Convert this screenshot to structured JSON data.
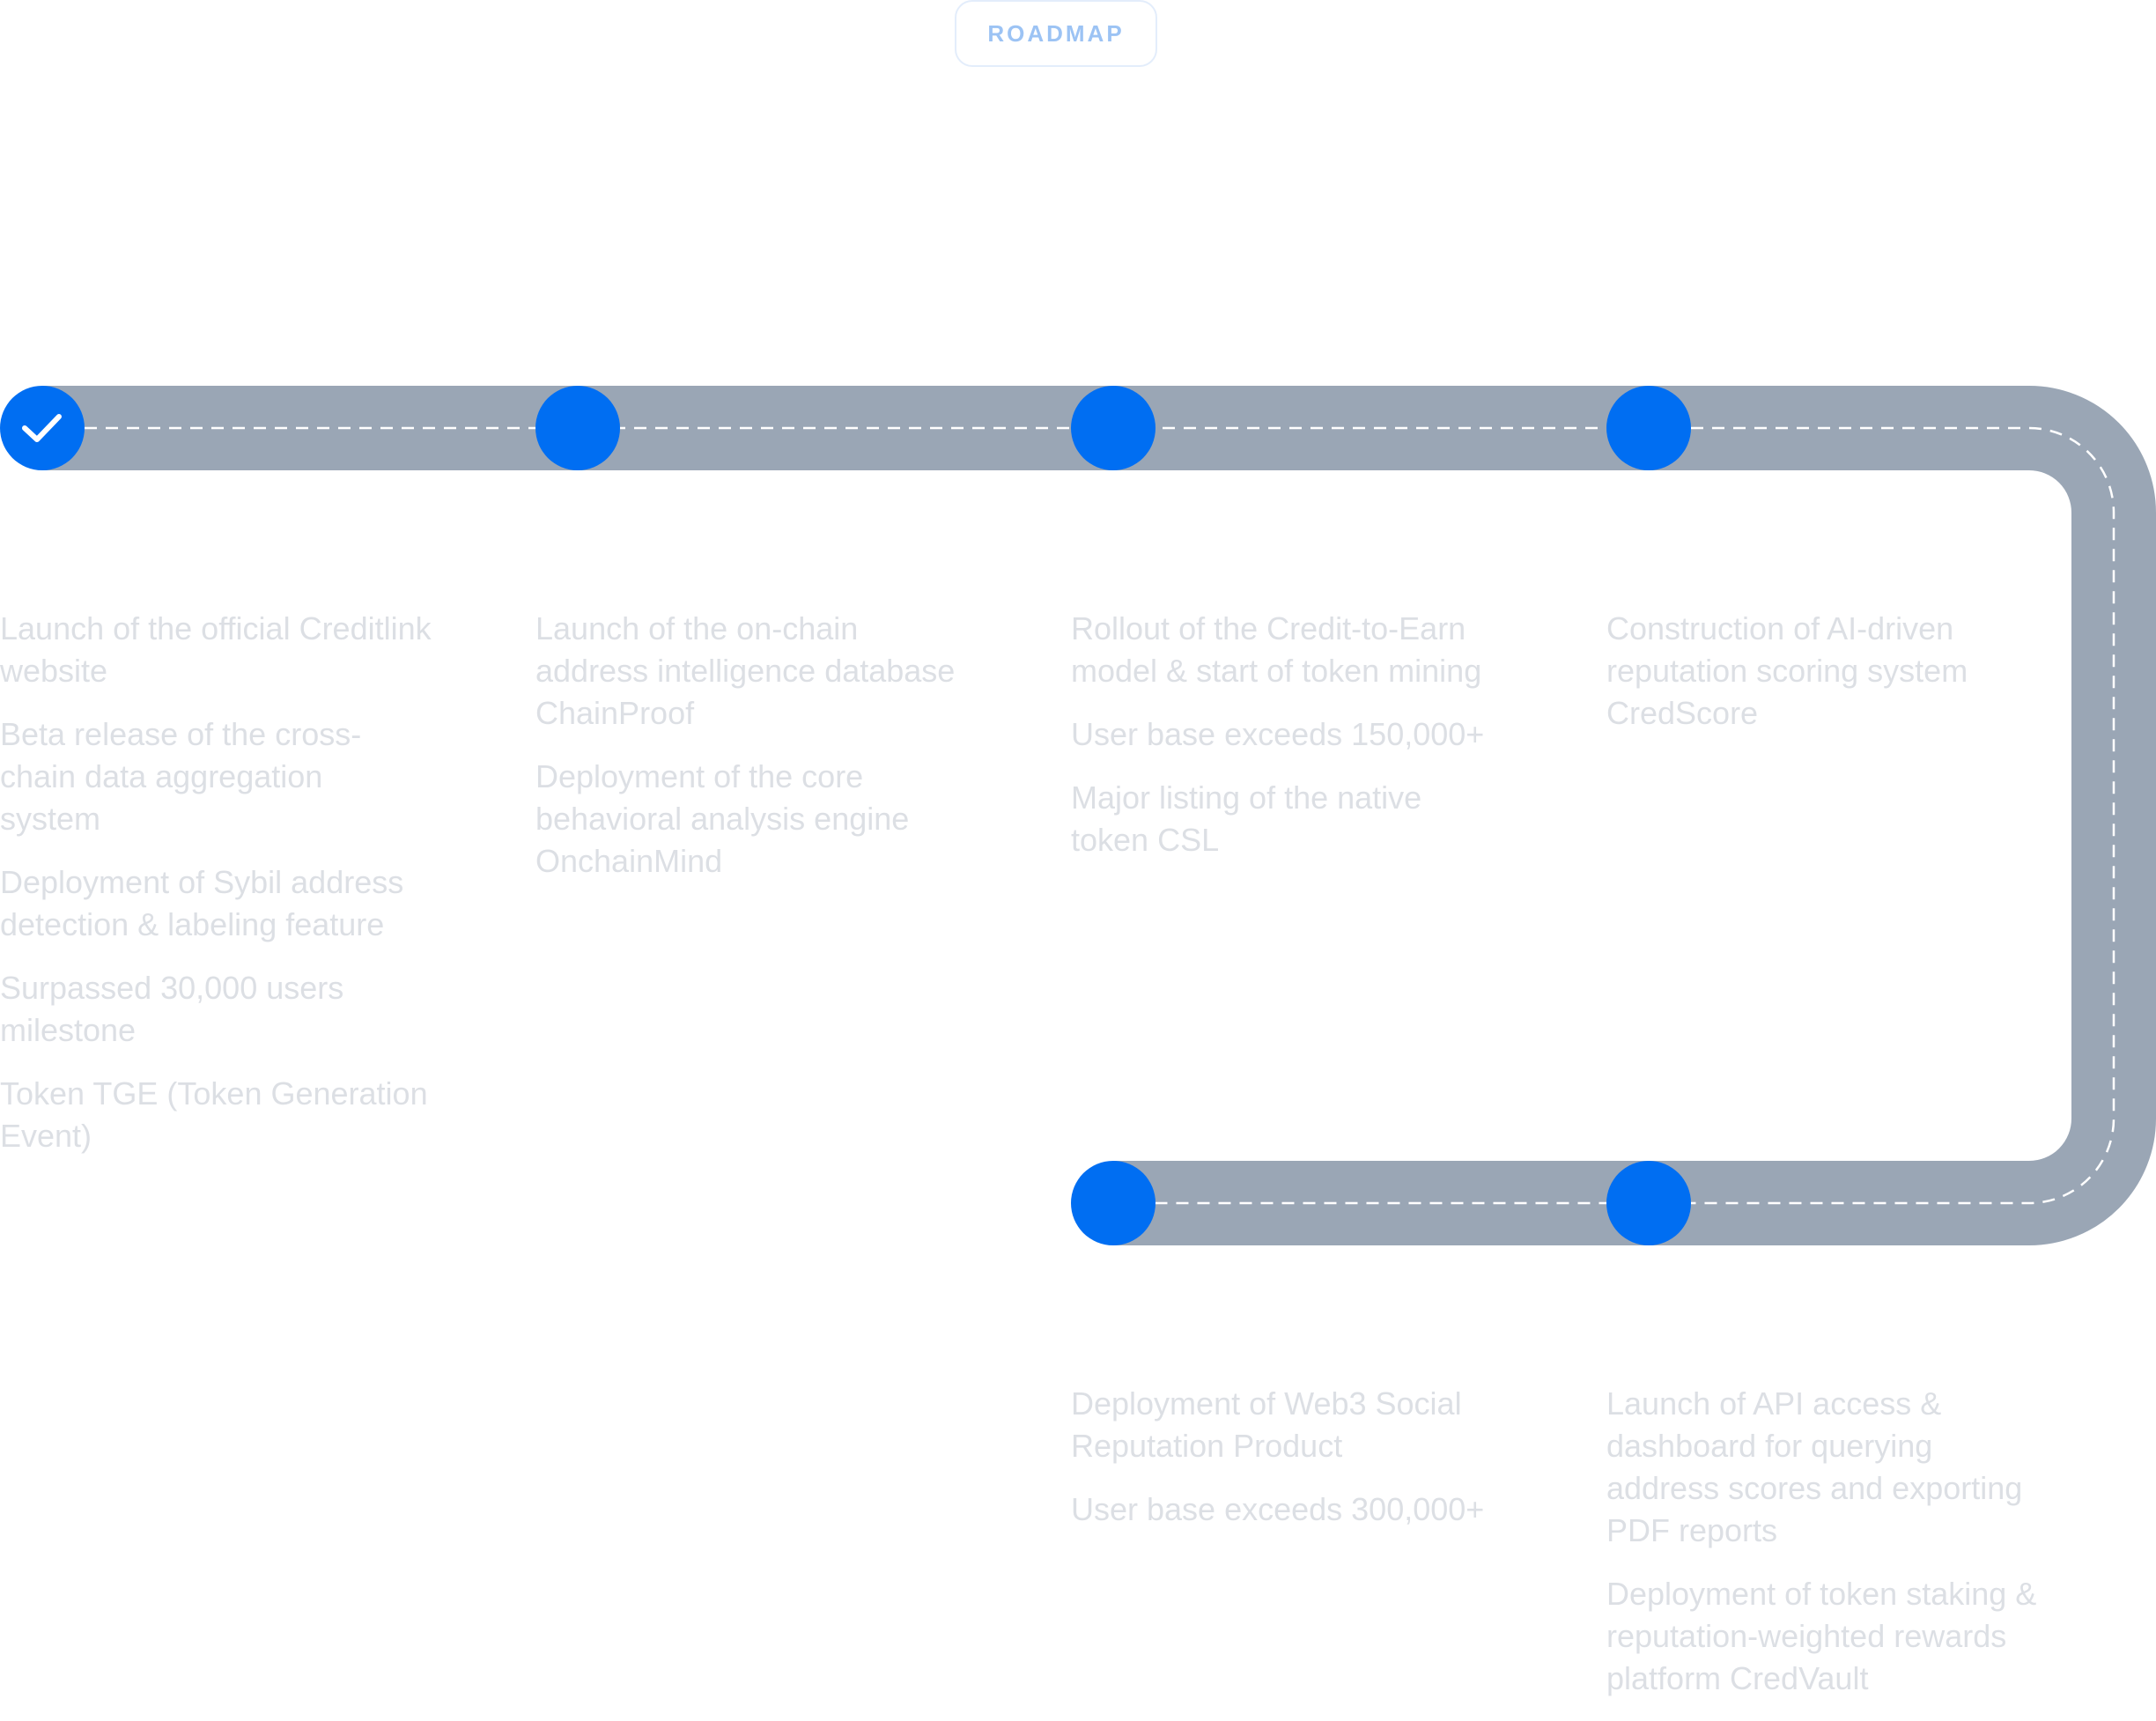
{
  "badge": {
    "label": "ROADMAP"
  },
  "colors": {
    "road": "#9aa6b5",
    "milestone": "#006ef2",
    "dash": "#ffffff",
    "text": "#dcdfe4",
    "badge_text": "#9cc3f4",
    "badge_border": "#e3edfb"
  },
  "milestones": [
    {
      "status": "done",
      "icon": "check-icon",
      "items": [
        "Launch of the official Creditlink website",
        "Beta release of the cross-chain data aggregation system",
        "Deployment of Sybil address detection & labeling feature",
        "Surpassed 30,000 users milestone",
        "Token TGE (Token Generation Event)"
      ]
    },
    {
      "status": "upcoming",
      "items": [
        "Launch of the on-chain address intelligence database ChainProof",
        "Deployment of the core behavioral analysis engine OnchainMind"
      ]
    },
    {
      "status": "upcoming",
      "items": [
        "Rollout of the Credit-to-Earn model & start of token mining",
        "User base exceeds 150,000+",
        "Major listing of the native token CSL"
      ]
    },
    {
      "status": "upcoming",
      "items": [
        "Construction of AI-driven reputation scoring system CredScore"
      ]
    },
    {
      "status": "upcoming",
      "items": [
        "Launch of API access & dashboard for querying address scores and exporting PDF reports",
        "Deployment of token staking & reputation-weighted rewards platform CredVault"
      ]
    },
    {
      "status": "upcoming",
      "items": [
        "Deployment of Web3 Social Reputation Product",
        "User base exceeds 300,000+"
      ]
    }
  ]
}
